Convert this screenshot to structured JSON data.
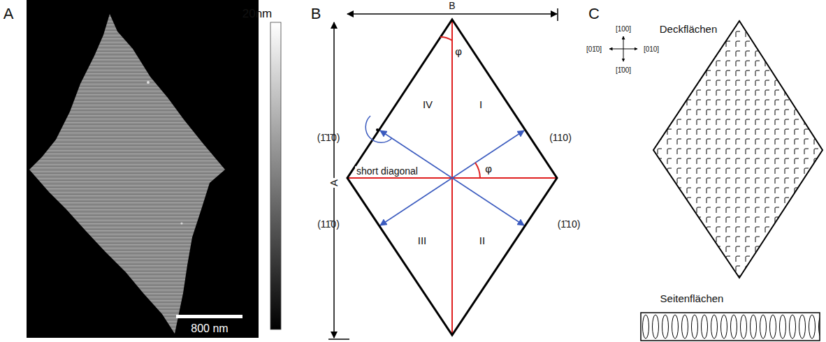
{
  "diagram": {
    "labels": [
      "A",
      "20nm",
      "800 nm",
      "B",
      "B",
      "A",
      "φ",
      "(1̄1̄0)",
      "IV",
      "I",
      "(110)",
      "short diagonal",
      "φ",
      "(11̄0)",
      "III",
      "II",
      "(1̄10)",
      "C",
      "[100]",
      "[01̄0]",
      "[010]",
      "[1̄00]",
      "Deckflächen",
      "Seitenflächen"
    ]
  }
}
